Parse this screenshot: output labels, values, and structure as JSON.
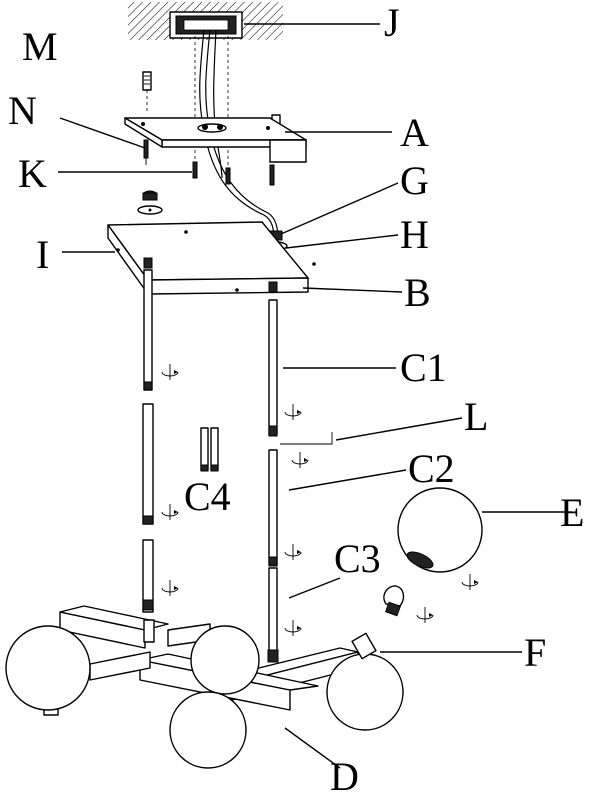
{
  "labels": {
    "J": "J",
    "M": "M",
    "N": "N",
    "A": "A",
    "K": "K",
    "G": "G",
    "H": "H",
    "I": "I",
    "B": "B",
    "C1": "C1",
    "L": "L",
    "C2": "C2",
    "C4": "C4",
    "E": "E",
    "C3": "C3",
    "F": "F",
    "D": "D"
  }
}
